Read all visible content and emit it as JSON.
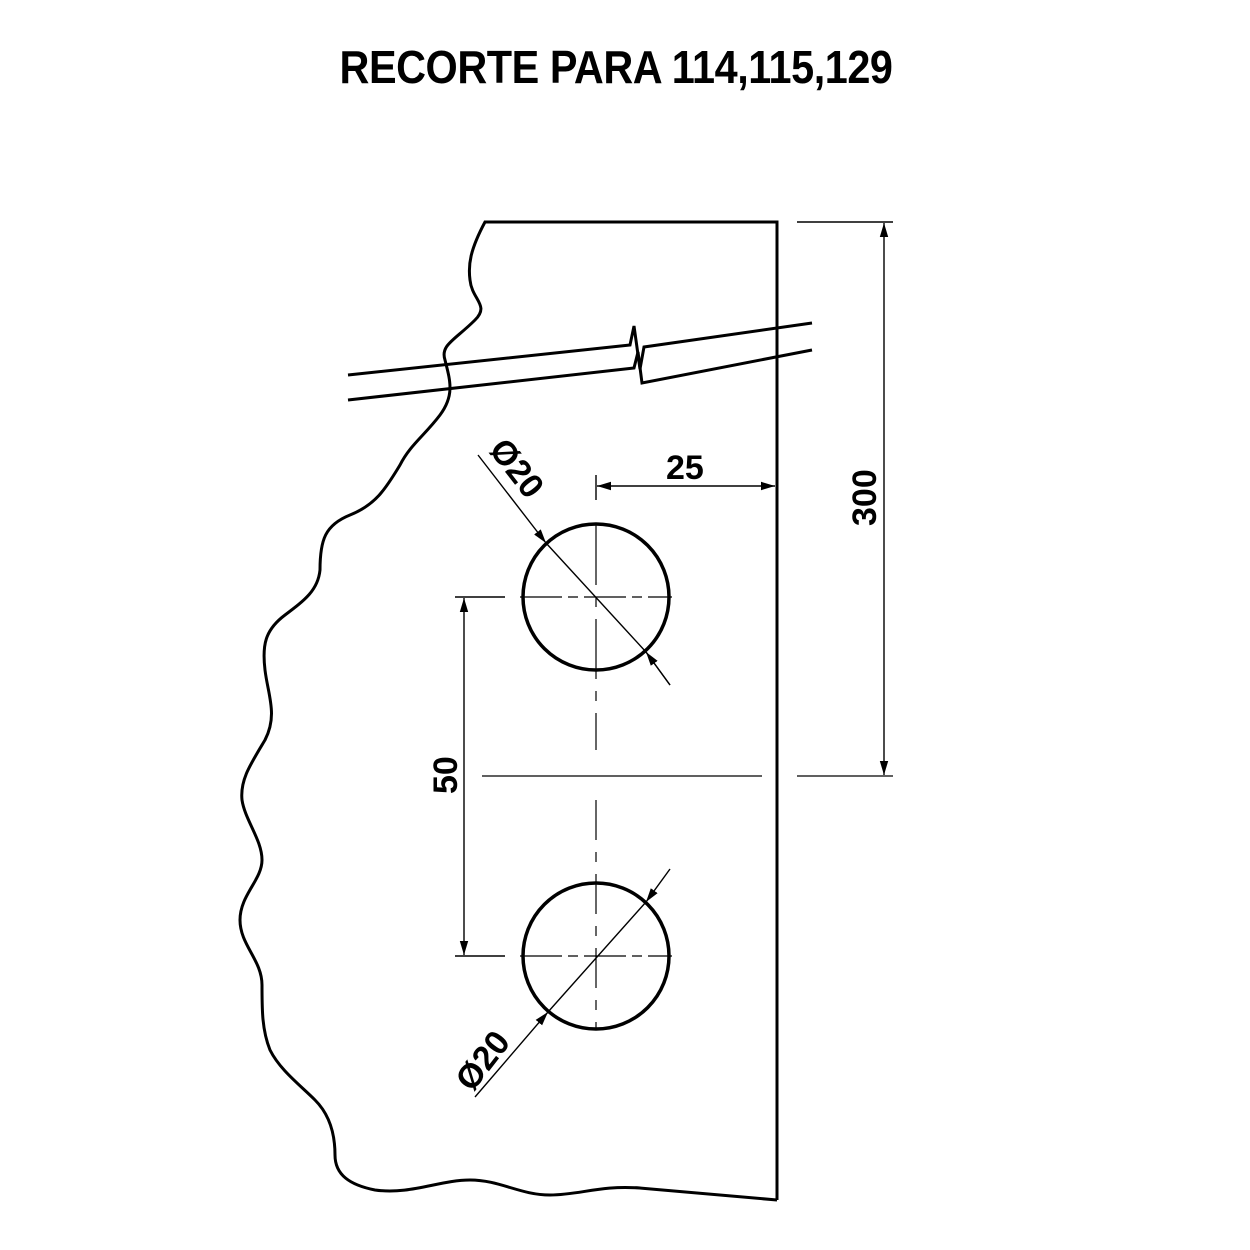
{
  "title": "RECORTE PARA 114,115,129",
  "dimensions": {
    "hole_top_diameter": "Ø20",
    "hole_bottom_diameter": "Ø20",
    "edge_offset": "25",
    "hole_spacing": "50",
    "overall_height": "300"
  },
  "colors": {
    "line": "#000000",
    "background": "#ffffff"
  }
}
